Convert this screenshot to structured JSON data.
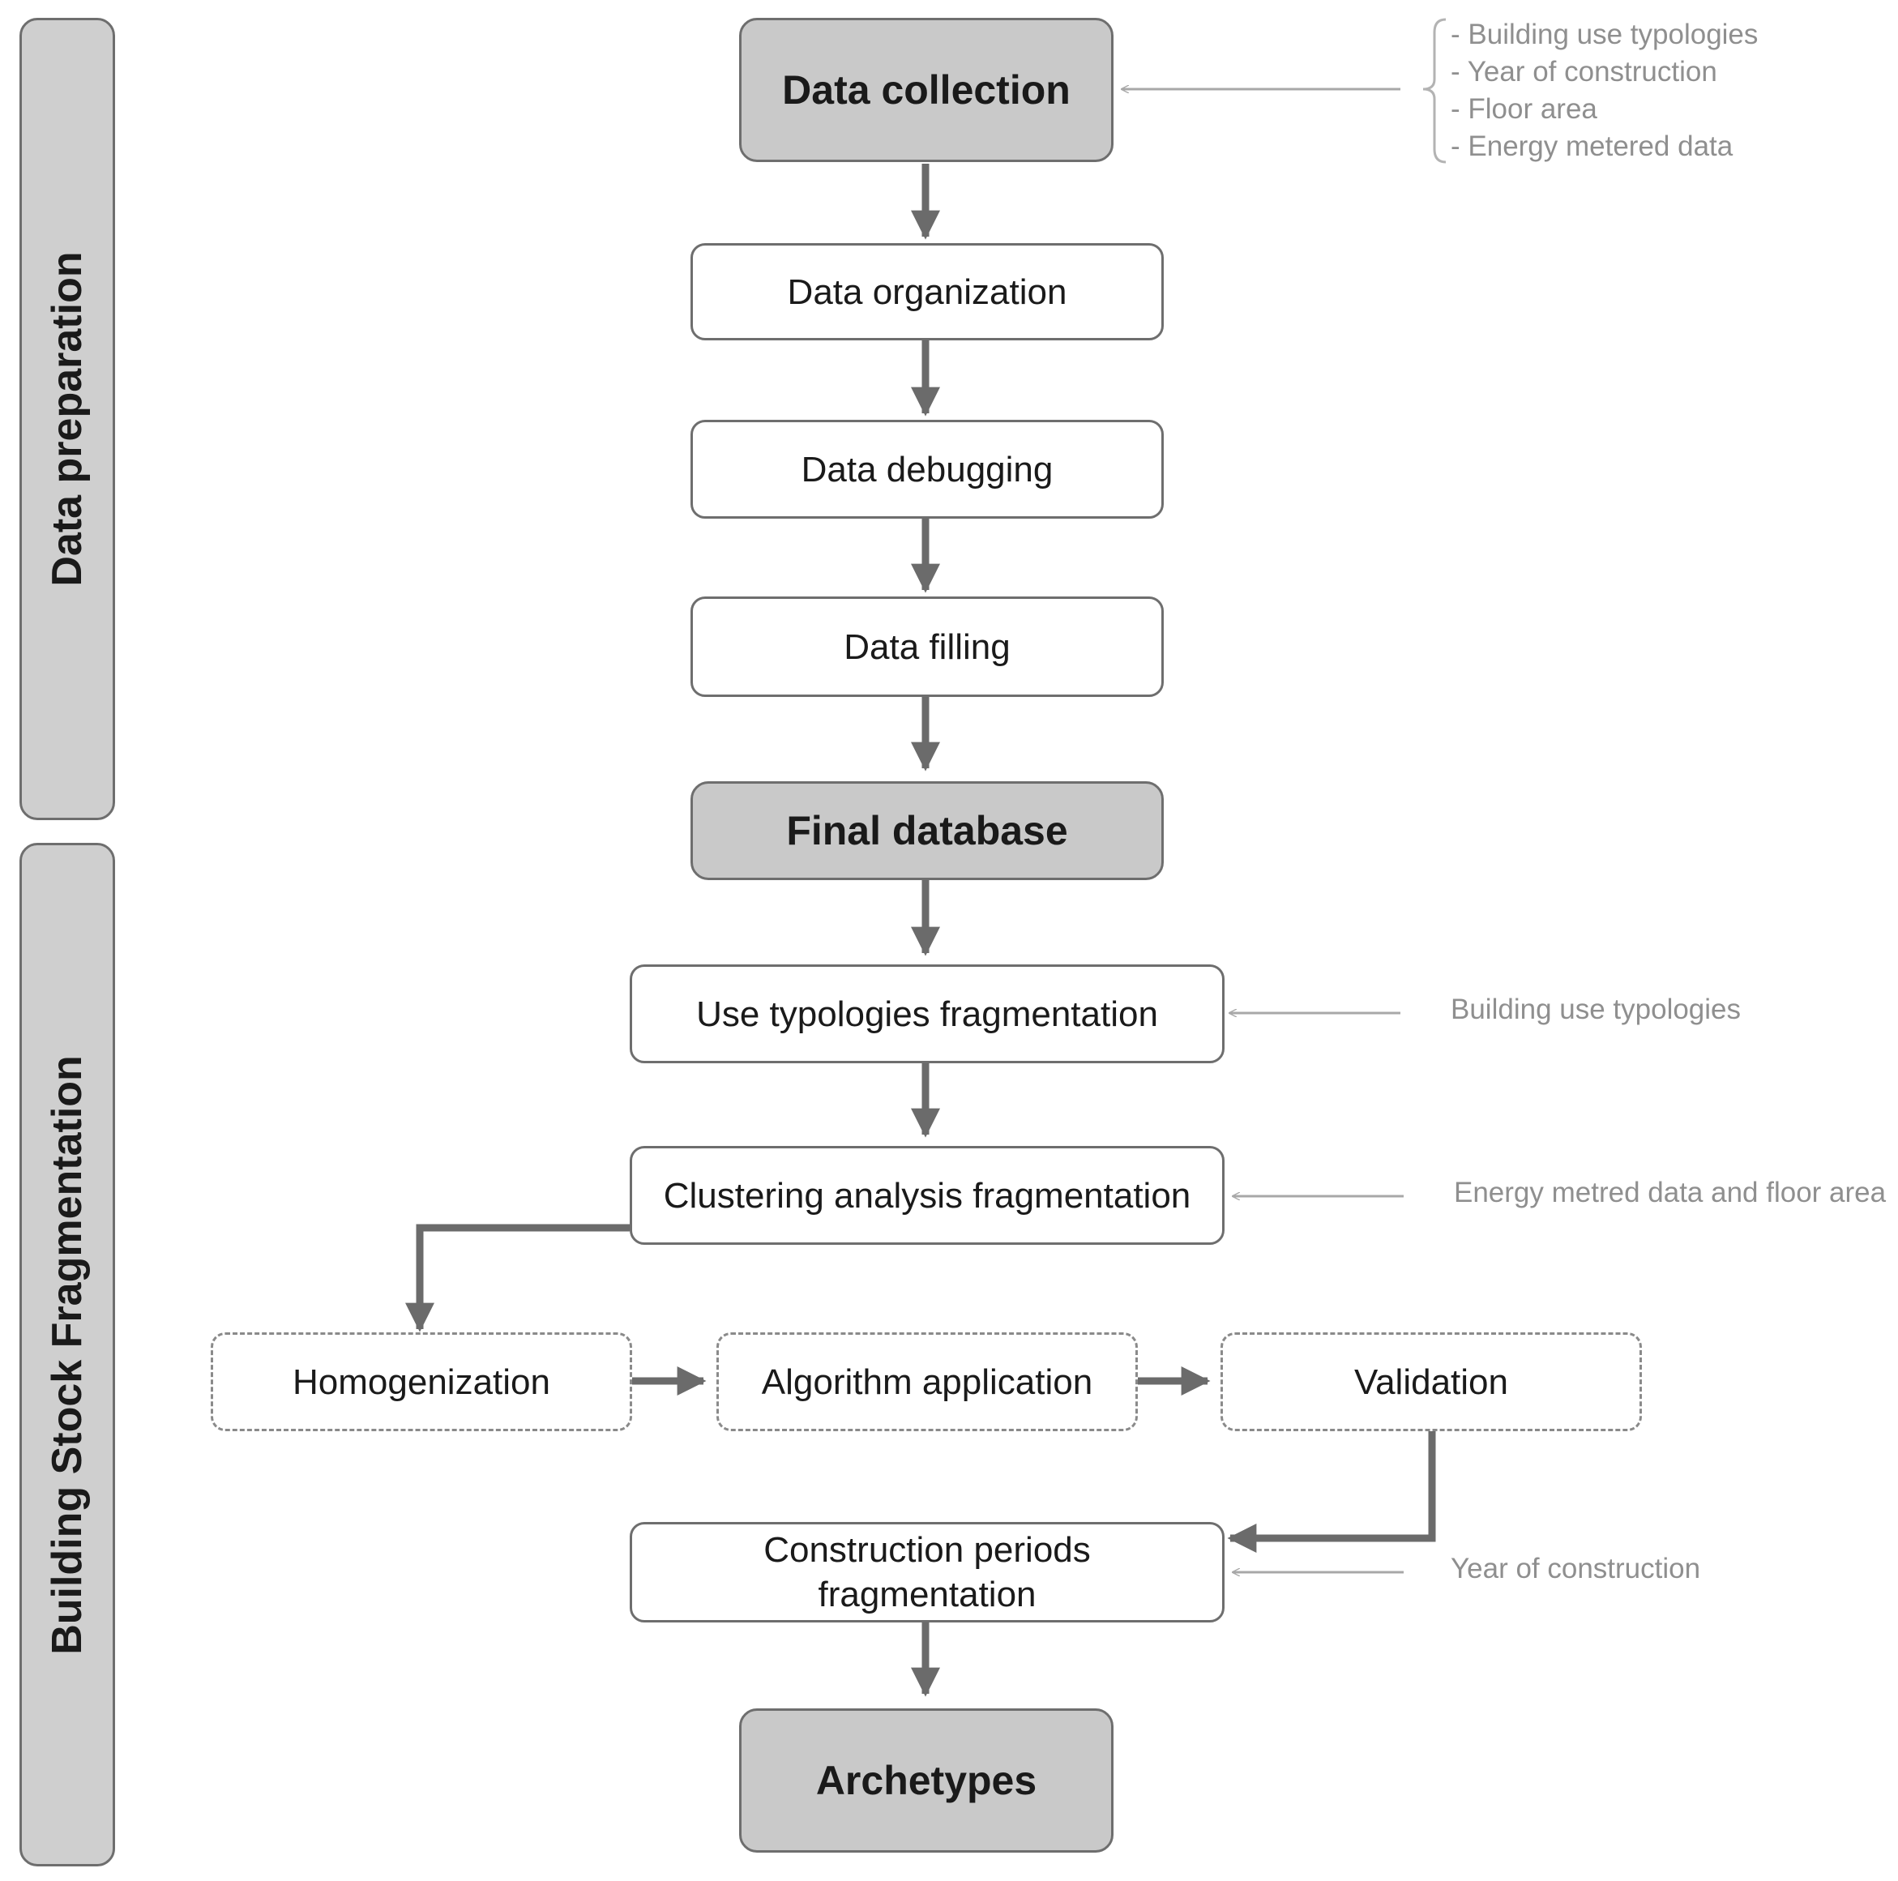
{
  "phases": {
    "data_preparation": "Data preparation",
    "building_stock_fragmentation": "Building Stock Fragmentation"
  },
  "steps": {
    "data_collection": "Data collection",
    "data_organization": "Data organization",
    "data_debugging": "Data debugging",
    "data_filling": "Data filling",
    "final_database": "Final database",
    "use_typologies": "Use typologies fragmentation",
    "clustering": "Clustering analysis fragmentation",
    "homogenization": "Homogenization",
    "algorithm": "Algorithm application",
    "validation": "Validation",
    "construction_line1": "Construction periods",
    "construction_line2": "fragmentation",
    "archetypes": "Archetypes"
  },
  "inputs": {
    "data_collection_items": [
      "- Building use typologies",
      "- Year of construction",
      "- Floor area",
      "- Energy metered data"
    ],
    "use_typologies": "Building use typologies",
    "clustering": "Energy metred data and floor area",
    "construction": "Year of construction"
  },
  "colors": {
    "key_fill": "#c9c9c9",
    "phase_fill": "#cfcfcf",
    "stroke": "#6e6e6e",
    "arrow": "#6b6b6b",
    "note_text": "#8f8f8f"
  }
}
